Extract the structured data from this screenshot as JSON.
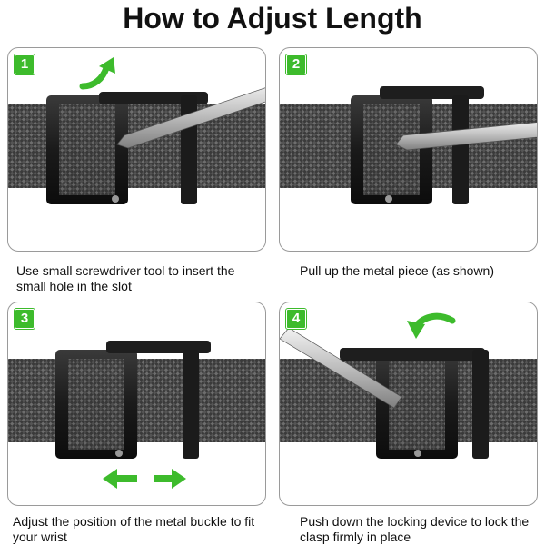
{
  "title": "How to Adjust Length",
  "accent_color": "#3dbb2c",
  "steps": [
    {
      "number": "1",
      "caption": "Use small screwdriver tool to insert the small hole in the slot",
      "arrow": "curved-up-arrow-icon"
    },
    {
      "number": "2",
      "caption": "Pull up the metal piece (as shown)"
    },
    {
      "number": "3",
      "caption": "Adjust the position of the metal buckle to fit your wrist",
      "arrow": "left-right-arrows-icon"
    },
    {
      "number": "4",
      "caption": "Push down the locking device to lock the clasp firmly in place",
      "arrow": "curved-down-arrow-icon"
    }
  ]
}
